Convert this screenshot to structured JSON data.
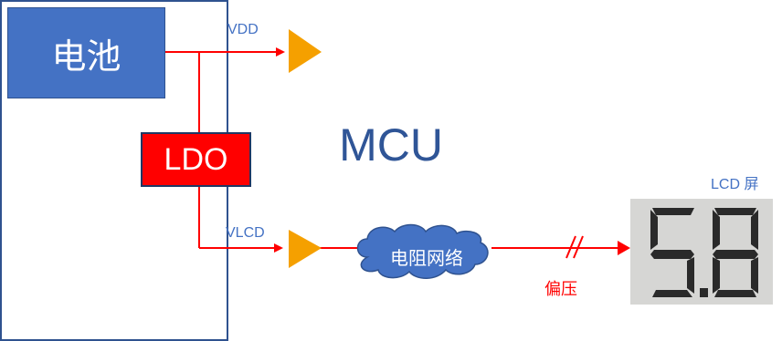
{
  "blocks": {
    "battery": "电池",
    "ldo": "LDO",
    "mcu": "MCU",
    "resistor_network": "电阻网络",
    "lcd_screen": "LCD 屏"
  },
  "signals": {
    "vdd": "VDD",
    "vlcd": "VLCD",
    "bias": "偏压"
  },
  "lcd_display": {
    "digits": "5.8"
  },
  "colors": {
    "battery_fill": "#4472c4",
    "ldo_fill": "#ff0000",
    "wire": "#ff0000",
    "input_triangle": "#f5a000",
    "cloud_fill": "#4472c4",
    "mcu_border": "#2f528f",
    "label_blue": "#4472c4"
  }
}
